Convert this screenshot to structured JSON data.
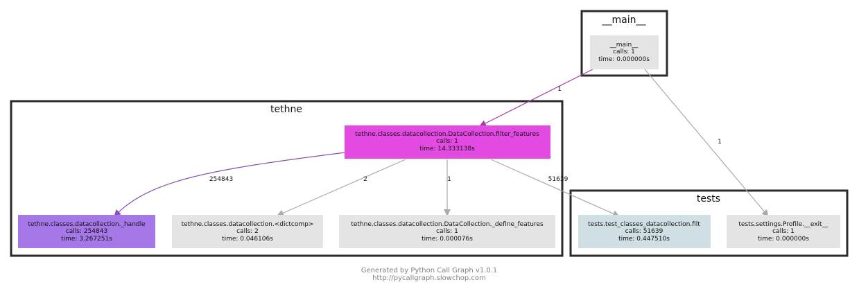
{
  "clusters": {
    "main": {
      "title": "__main__"
    },
    "tethne": {
      "title": "tethne"
    },
    "tests": {
      "title": "tests"
    }
  },
  "nodes": {
    "main": {
      "name": "__main__",
      "calls": "calls: 1",
      "time": "time: 0.000000s",
      "fill": "#e4e4e4"
    },
    "filter_features": {
      "name": "tethne.classes.datacollection.DataCollection.filter_features",
      "calls": "calls: 1",
      "time": "time: 14.333138s",
      "fill": "#e24ae2"
    },
    "handle": {
      "name": "tethne.classes.datacollection._handle",
      "calls": "calls: 254843",
      "time": "time: 3.267251s",
      "fill": "#a677e6"
    },
    "dictcomp": {
      "name": "tethne.classes.datacollection.<dictcomp>",
      "calls": "calls: 2",
      "time": "time: 0.046106s",
      "fill": "#e4e4e4"
    },
    "define_features": {
      "name": "tethne.classes.datacollection.DataCollection._define_features",
      "calls": "calls: 1",
      "time": "time: 0.000076s",
      "fill": "#e4e4e4"
    },
    "test_filt": {
      "name": "tests.test_classes_datacollection.filt",
      "calls": "calls: 51639",
      "time": "time: 0.447510s",
      "fill": "#cfdfe4"
    },
    "profile_exit": {
      "name": "tests.settings.Profile.__exit__",
      "calls": "calls: 1",
      "time": "time: 0.000000s",
      "fill": "#e4e4e4"
    }
  },
  "edges": {
    "main_to_filter": {
      "label": "1",
      "color": "#a73ba7"
    },
    "main_to_exit": {
      "label": "1",
      "color": "#aaaaaa"
    },
    "filter_to_handle": {
      "label": "254843",
      "color": "#8a4fb0"
    },
    "filter_to_dictcomp": {
      "label": "2",
      "color": "#aaaaaa"
    },
    "filter_to_define": {
      "label": "1",
      "color": "#aaaaaa"
    },
    "filter_to_test": {
      "label": "51639",
      "color": "#aaaaaa"
    }
  },
  "footer": {
    "line1": "Generated by Python Call Graph v1.0.1",
    "line2": "http://pycallgraph.slowchop.com"
  }
}
